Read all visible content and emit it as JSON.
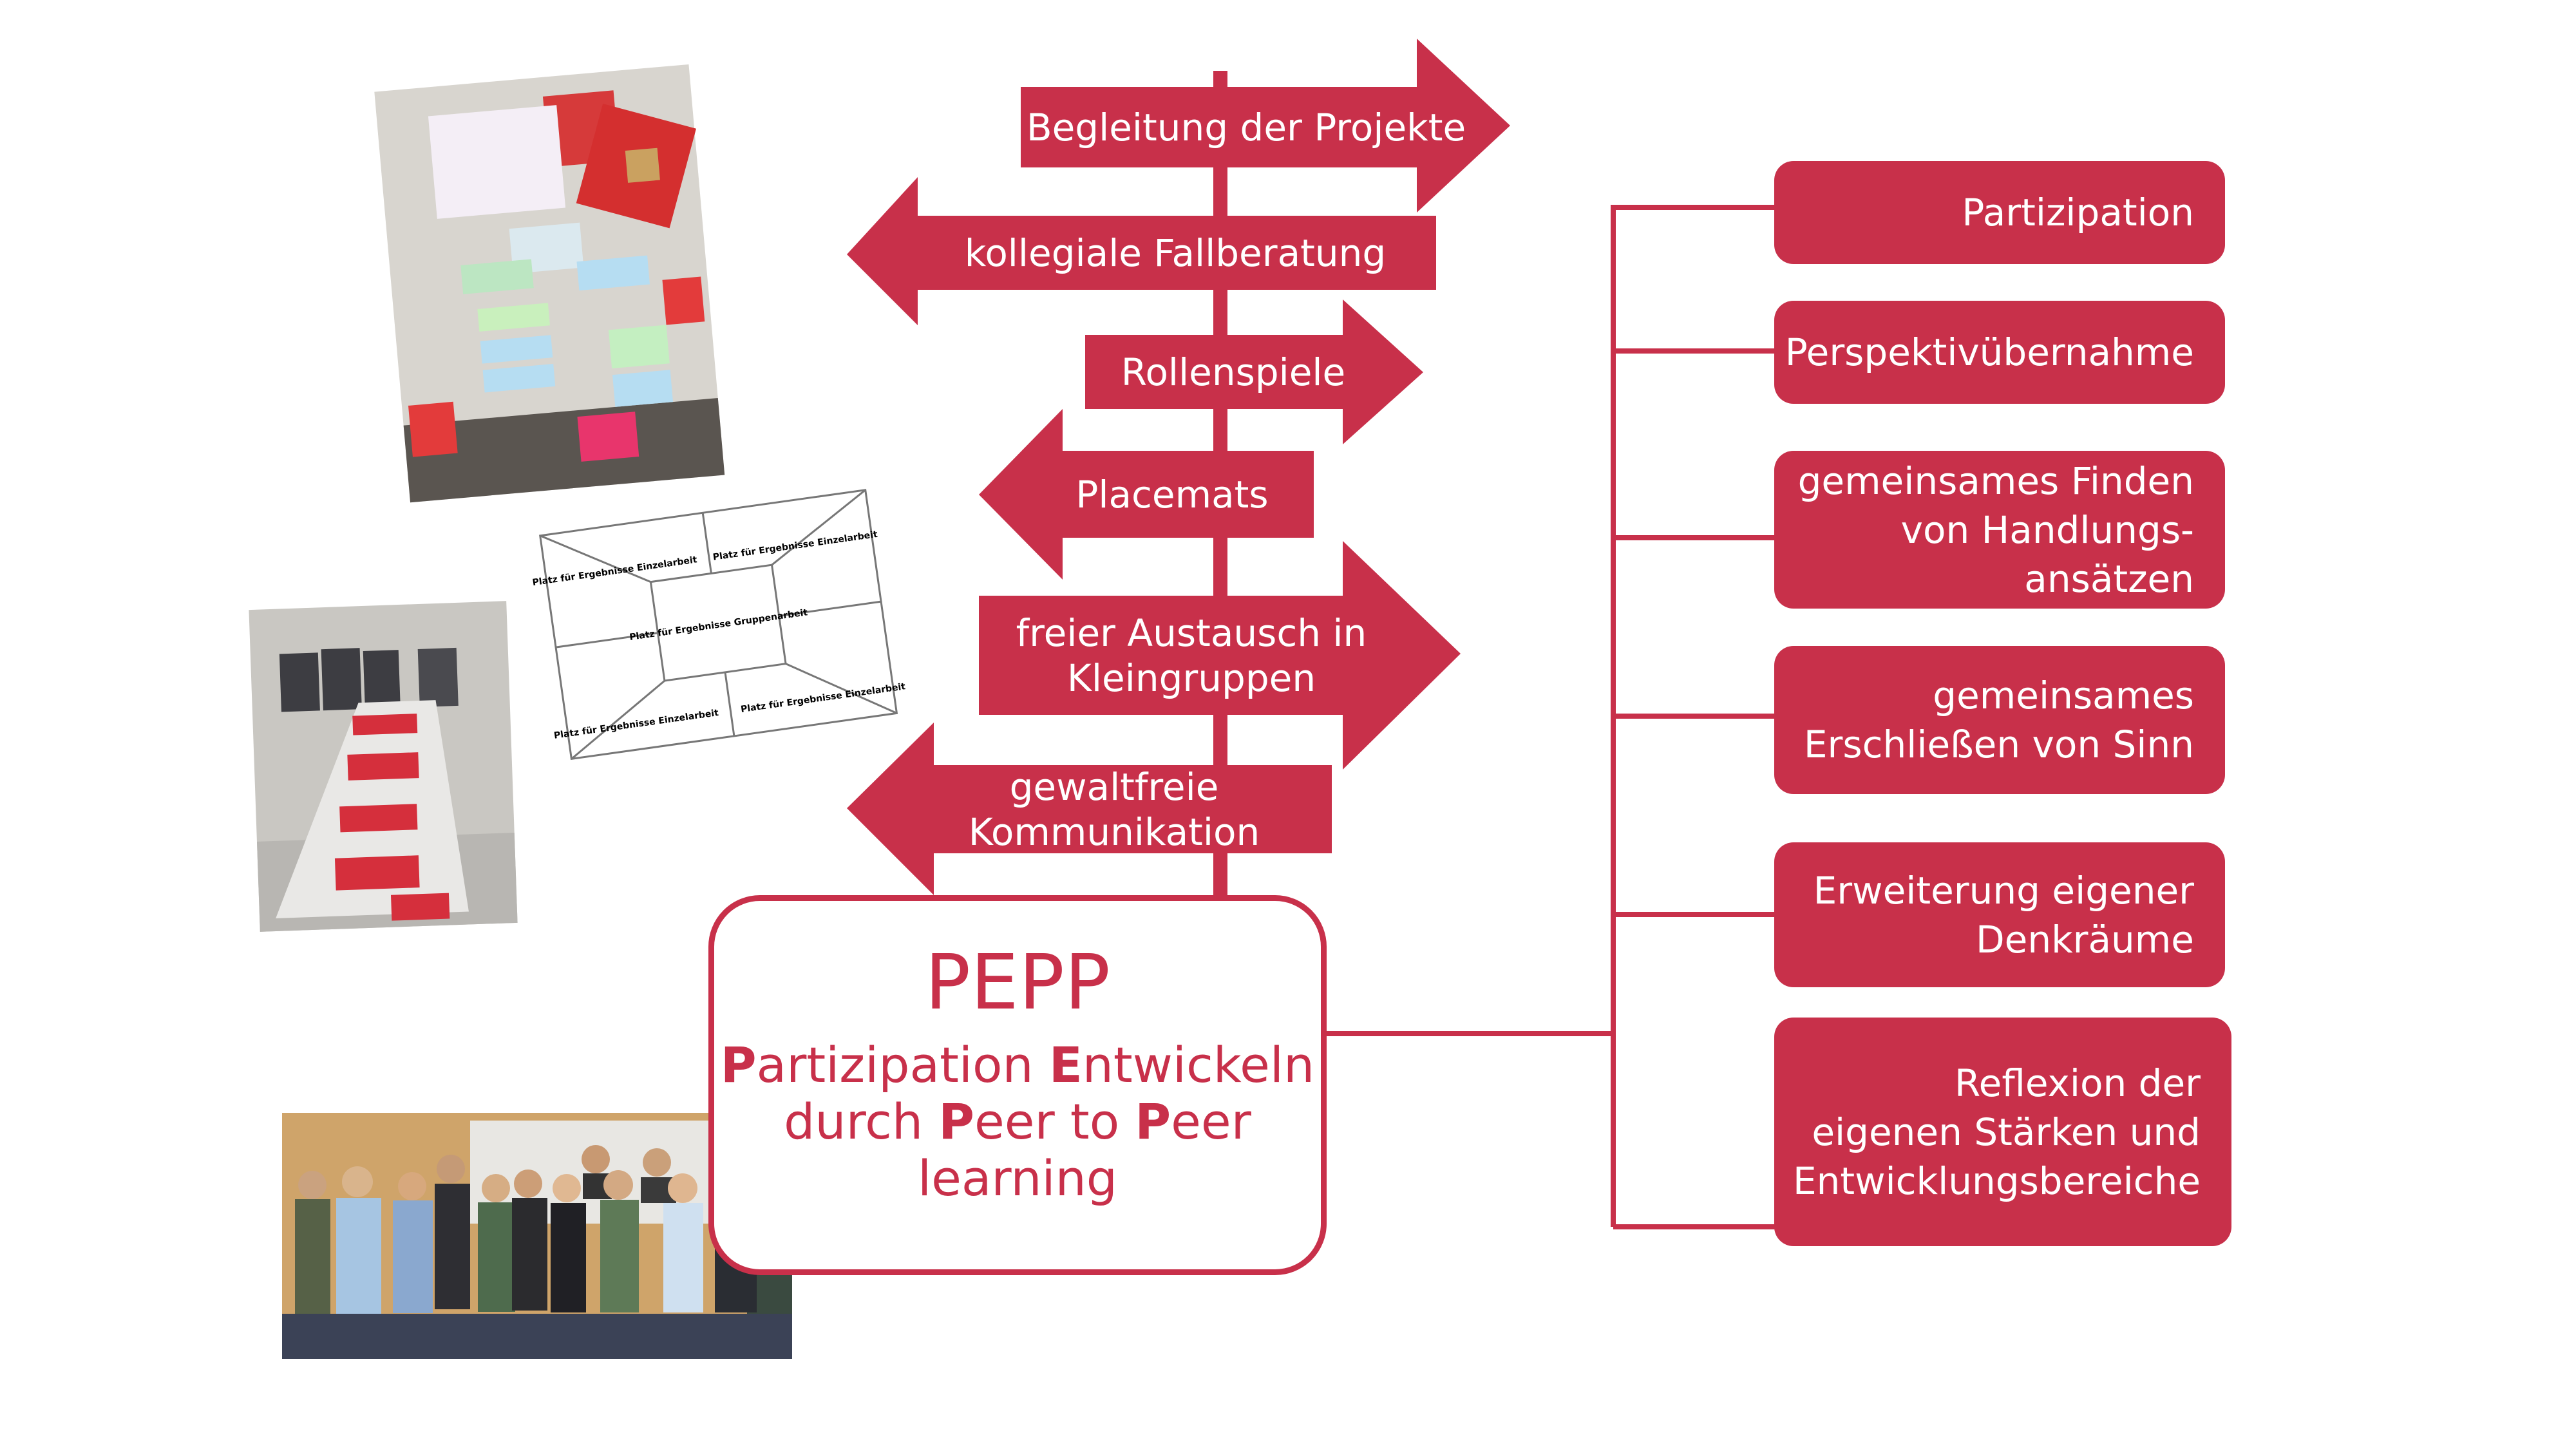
{
  "colors": {
    "accent": "#c8304a",
    "background": "#ffffff"
  },
  "arrows": [
    {
      "label": "Begleitung der Projekte",
      "direction": "right"
    },
    {
      "label": "kollegiale Fallberatung",
      "direction": "left"
    },
    {
      "label": "Rollenspiele",
      "direction": "right"
    },
    {
      "label": "Placemats",
      "direction": "left"
    },
    {
      "label": "freier Austausch in Kleingruppen",
      "direction": "right"
    },
    {
      "label": "gewaltfreie Kommunikation",
      "direction": "left"
    }
  ],
  "pepp": {
    "title": "PEPP",
    "subtitle_parts": [
      "P",
      "artizipation ",
      "E",
      "ntwickeln durch ",
      "P",
      "eer to ",
      "P",
      "eer learning"
    ]
  },
  "outcomes": [
    {
      "label": "Partizipation"
    },
    {
      "label": "Perspektivübernahme"
    },
    {
      "label": "gemeinsames Finden von Handlungs-ansätzen"
    },
    {
      "label": "gemeinsames Erschließen von Sinn"
    },
    {
      "label": "Erweiterung eigener Denkräume"
    },
    {
      "label": "Reflexion der eigenen Stärken und Entwicklungsbereiche"
    }
  ],
  "placemat": {
    "cells": [
      "Platz für Ergebnisse Einzelarbeit",
      "Platz für Ergebnisse Einzelarbeit",
      "Platz für Ergebnisse Gruppenarbeit",
      "Platz für Ergebnisse Einzelarbeit",
      "Platz für Ergebnisse Einzelarbeit"
    ]
  }
}
